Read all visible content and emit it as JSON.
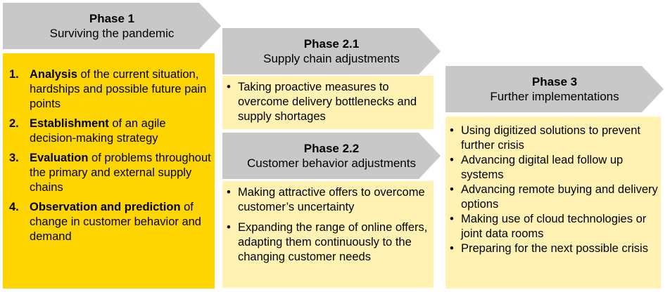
{
  "phases": [
    {
      "title": "Phase 1",
      "subtitle": "Surviving the pandemic",
      "items": [
        {
          "num": "1.",
          "bold": "Analysis",
          "rest": " of the current situation, hardships and possible future pain points"
        },
        {
          "num": "2.",
          "bold": "Establishment",
          "rest": " of an agile decision-making strategy"
        },
        {
          "num": "3.",
          "bold": "Evaluation",
          "rest": " of problems throughout the primary and external supply chains"
        },
        {
          "num": "4.",
          "bold": "Observation and prediction",
          "rest": " of change in customer behavior and demand"
        }
      ]
    },
    {
      "title": "Phase 2.1",
      "subtitle": "Supply chain adjustments",
      "items": [
        "Taking proactive measures to overcome delivery bottlenecks and supply shortages"
      ]
    },
    {
      "title": "Phase 2.2",
      "subtitle": "Customer behavior adjustments",
      "items": [
        "Making attractive offers to overcome customer’s uncertainty",
        "Expanding the range of online offers, adapting them continuously to the changing customer needs"
      ]
    },
    {
      "title": "Phase 3",
      "subtitle": "Further implementations",
      "items": [
        "Using digitized solutions to prevent further crisis",
        "Advancing digital lead follow up systems",
        "Advancing remote buying and delivery options",
        "Making use of cloud technologies or joint data rooms",
        "Preparing for the next possible crisis"
      ]
    }
  ],
  "colors": {
    "header_gray": "#c8c8c8",
    "phase1_yellow": "#ffd500",
    "light_yellow": "#fff2b3"
  }
}
